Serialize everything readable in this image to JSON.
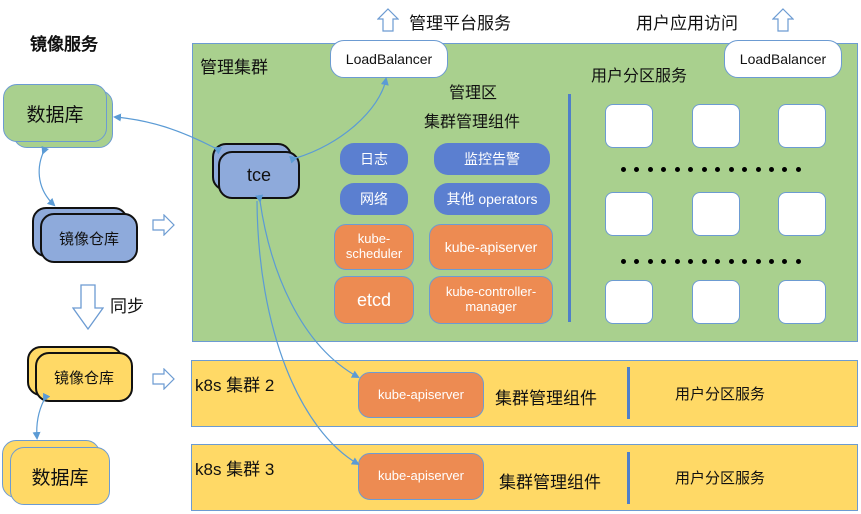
{
  "image_service": {
    "title": "镜像服务",
    "primary_db": "数据库",
    "primary_registry": "镜像仓库",
    "sync_label": "同步",
    "secondary_registry": "镜像仓库",
    "secondary_db": "数据库"
  },
  "top_labels": {
    "mgmt_platform_service": "管理平台服务",
    "user_app_access": "用户应用访问"
  },
  "mgmt_cluster": {
    "title": "管理集群",
    "load_balancer_left": "LoadBalancer",
    "load_balancer_right": "LoadBalancer",
    "tce": "tce",
    "mgmt_zone_title": "管理区",
    "mgmt_components_title": "集群管理组件",
    "user_partition_title": "用户分区服务",
    "blue_components": [
      "日志",
      "监控告警",
      "网络",
      "其他 operators"
    ],
    "orange_components": [
      "kube-scheduler",
      "kube-apiserver",
      "etcd",
      "kube-controller-manager"
    ],
    "orange_components_display": {
      "scheduler_line1": "kube-",
      "scheduler_line2": "scheduler",
      "controller_line1": "kube-controller-",
      "controller_line2": "manager"
    },
    "user_partition_rows": 3,
    "user_partition_cols": 3
  },
  "k8s_clusters": [
    {
      "title": "k8s 集群 2",
      "apiserver": "kube-apiserver",
      "mgmt_components": "集群管理组件",
      "user_partition": "用户分区服务"
    },
    {
      "title": "k8s 集群 3",
      "apiserver": "kube-apiserver",
      "mgmt_components": "集群管理组件",
      "user_partition": "用户分区服务"
    }
  ],
  "colors": {
    "mgmt_green": "#a9d08e",
    "k8s_yellow": "#ffd966",
    "component_blue": "#5b7fd0",
    "component_orange": "#ed8b52",
    "registry_blue": "#8eaadb",
    "connector_blue": "#5b9bd5"
  }
}
